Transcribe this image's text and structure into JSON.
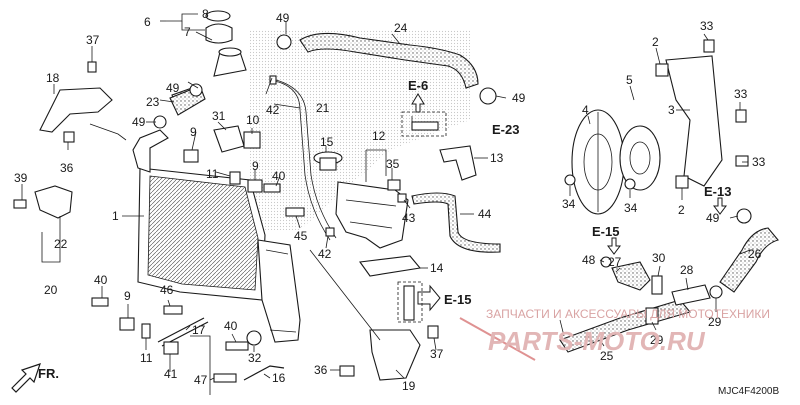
{
  "callouts": {
    "c1": "1",
    "c2a": "2",
    "c2b": "2",
    "c3": "3",
    "c4": "4",
    "c5": "5",
    "c6": "6",
    "c7": "7",
    "c8": "8",
    "c9a": "9",
    "c9b": "9",
    "c9c": "9",
    "c10": "10",
    "c11a": "11",
    "c11b": "11",
    "c12": "12",
    "c13": "13",
    "c14": "14",
    "c15": "15",
    "c16": "16",
    "c17": "17",
    "c18": "18",
    "c19": "19",
    "c20": "20",
    "c21": "21",
    "c22": "22",
    "c23": "23",
    "c24": "24",
    "c25": "25",
    "c26": "26",
    "c27": "27",
    "c28": "28",
    "c29a": "29",
    "c29b": "29",
    "c30": "30",
    "c31": "31",
    "c32": "32",
    "c33a": "33",
    "c33b": "33",
    "c33c": "33",
    "c34a": "34",
    "c34b": "34",
    "c35": "35",
    "c36a": "36",
    "c36b": "36",
    "c37a": "37",
    "c37b": "37",
    "c39": "39",
    "c40a": "40",
    "c40b": "40",
    "c40c": "40",
    "c41": "41",
    "c42a": "42",
    "c42b": "42",
    "c43": "43",
    "c44": "44",
    "c45": "45",
    "c46": "46",
    "c47": "47",
    "c48": "48",
    "c49a": "49",
    "c49b": "49",
    "c49c": "49",
    "c49d": "49",
    "c49e": "49"
  },
  "refs": {
    "e6": "E-6",
    "e23": "E-23",
    "e13": "E-13",
    "e15a": "E-15",
    "e15b": "E-15"
  },
  "fr_label": "FR.",
  "watermark": {
    "text": "ЗАПЧАСТИ И АКСЕССУАРЫ ДЛЯ МОТОТЕХНИКИ",
    "logo": "PARTS-MOTO.RU"
  },
  "diagram_code": "MJC4F4200B",
  "colors": {
    "line": "#1a1a1a",
    "watermark": "#d9a3a3",
    "accent_red": "#c94a4a"
  }
}
